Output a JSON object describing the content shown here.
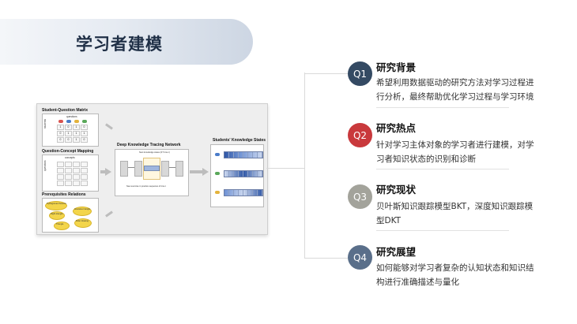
{
  "slide": {
    "title": "学习者建模"
  },
  "figure": {
    "sqm_title": "Student-Question Matrix",
    "sqm_axis_top": "questions",
    "sqm_axis_side": "students",
    "sqm_values": [
      "1",
      "0",
      "1",
      "0",
      "0",
      "1",
      "1",
      "1",
      "0",
      "0",
      "1",
      "0"
    ],
    "qcm_title": "Question-Concept Mapping",
    "qcm_axis_top": "concepts",
    "qcm_axis_side": "questions",
    "prereq_title": "Prerequisites Relations",
    "prereq_nodes": [
      "Pythagorean theorem",
      "Right triangle",
      "Isosceles triangle",
      "Triangle",
      "Ruler drawing"
    ],
    "dktn_title": "Deep Knowledge Tracing Network",
    "dktn_caption": "Next knowledge states (KT time t)",
    "dktn_footer": "New exercise in practice sequence of time t",
    "sks_title": "Students' Knowledge States"
  },
  "items": [
    {
      "badge": "Q1",
      "color": "#344a63",
      "title": "研究背景",
      "lines": [
        "希望利用数据驱动的研究方法对学习过程进",
        "行分析，最终帮助优化学习过程与学习环境"
      ]
    },
    {
      "badge": "Q2",
      "color": "#c9393c",
      "title": "研究热点",
      "lines": [
        "针对学习主体对象的学习者进行建模，对学",
        "习者知识状态的识别和诊断"
      ]
    },
    {
      "badge": "Q3",
      "color": "#a3a39b",
      "title": "研究现状",
      "lines": [
        "贝叶斯知识跟踪模型BKT，深度知识跟踪模",
        "型DKT"
      ]
    },
    {
      "badge": "Q4",
      "color": "#5a6f8a",
      "title": "研究展望",
      "lines": [
        "如何能够对学习者复杂的认知状态和知识结",
        "构进行准确描述与量化"
      ]
    }
  ]
}
